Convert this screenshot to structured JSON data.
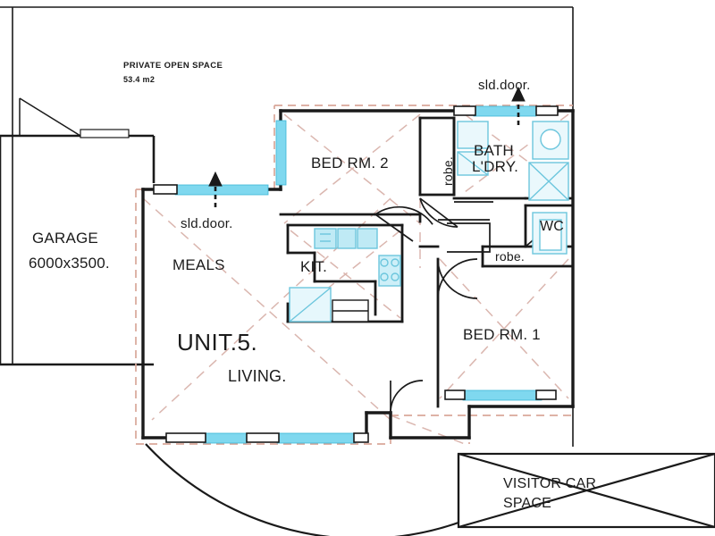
{
  "drawing": {
    "type": "architectural-floor-plan",
    "title_label": "UNIT.5.",
    "colors": {
      "wall": "#1a1a1a",
      "window_fill": "#7fd8ef",
      "boundary_dash": "#d9a79a",
      "interior_dash": "#d9b3ab",
      "fixture": "#8ed4e8",
      "text": "#1b1b1b",
      "background": "#ffffff"
    }
  },
  "annotations": {
    "private_open_space_title": "PRIVATE OPEN SPACE",
    "private_open_space_area": "53.4 m2",
    "sld_door_top": "sld.door.",
    "sld_door_left": "sld.door."
  },
  "rooms": [
    {
      "key": "garage",
      "label": "GARAGE",
      "dimension": "6000x3500."
    },
    {
      "key": "meals",
      "label": "MEALS"
    },
    {
      "key": "kitchen",
      "label": "KIT."
    },
    {
      "key": "living",
      "label": "LIVING."
    },
    {
      "key": "bed_rm_2",
      "label": "BED RM. 2"
    },
    {
      "key": "bed_rm_1",
      "label": "BED RM. 1"
    },
    {
      "key": "bath",
      "label": "BATH"
    },
    {
      "key": "laundry",
      "label": "L'DRY."
    },
    {
      "key": "wc",
      "label": "WC"
    },
    {
      "key": "robe_bed2",
      "label": "robe."
    },
    {
      "key": "robe_bed1",
      "label": "robe."
    },
    {
      "key": "visitor_car",
      "label": "VISITOR CAR\nSPACE"
    }
  ],
  "unit": {
    "label": "UNIT.5."
  }
}
